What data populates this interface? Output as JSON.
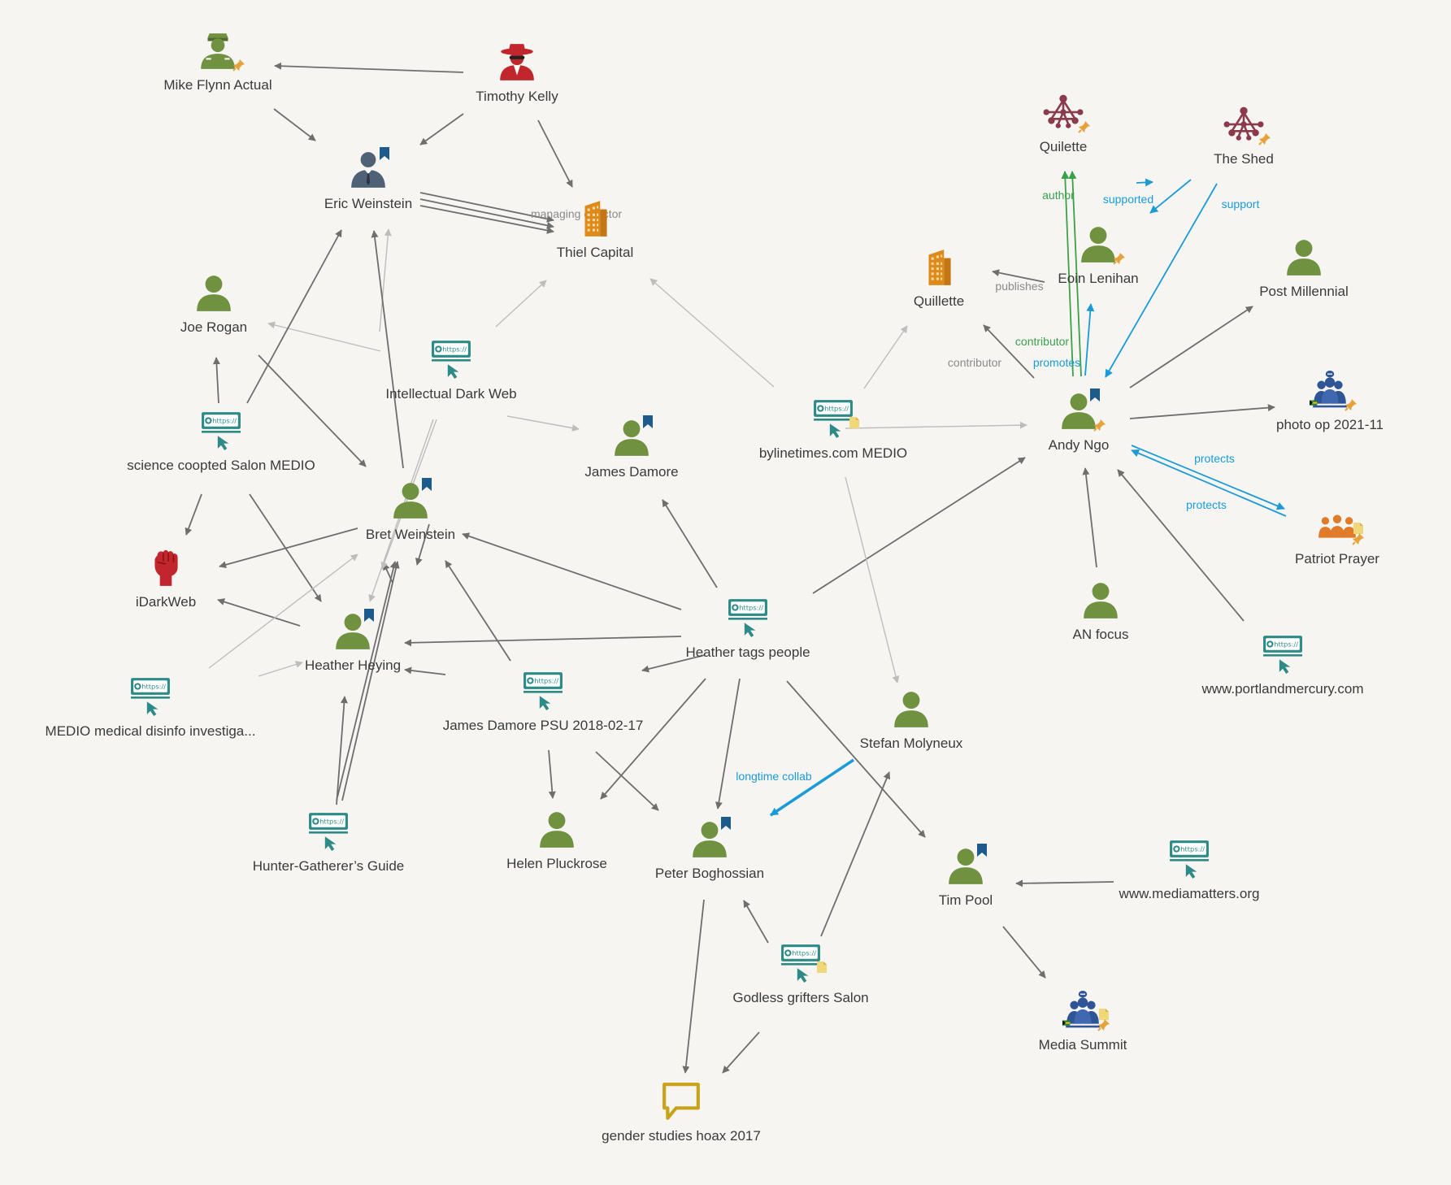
{
  "colors": {
    "person": "#6f9140",
    "edge": "#6e6e6e",
    "edge_light": "#bdbdbd",
    "blue": "#1a9bd7",
    "green": "#3aa14a",
    "url": "#2e8a86",
    "building": "#dd8a1a",
    "bookmark": "#1c5b8c",
    "pin": "#e8a23a",
    "red": "#c0262c",
    "network": "#8a3a4a",
    "group_blue": "#2f5597",
    "group_orange": "#e07b2a",
    "event": "#c9a21c"
  },
  "nodes": [
    {
      "id": "mike",
      "label": "Mike Flynn Actual",
      "icon": "military-person-icon",
      "pinned": true
    },
    {
      "id": "timothy",
      "label": "Timothy Kelly",
      "icon": "spy-person-icon"
    },
    {
      "id": "eric",
      "label": "Eric Weinstein",
      "icon": "business-person-icon",
      "bookmarked": true
    },
    {
      "id": "thiel",
      "label": "Thiel Capital",
      "icon": "building-icon"
    },
    {
      "id": "joe",
      "label": "Joe Rogan",
      "icon": "person-icon"
    },
    {
      "id": "idw",
      "label": "Intellectual Dark Web",
      "icon": "url-icon"
    },
    {
      "id": "science",
      "label": "science coopted Salon MEDIO",
      "icon": "url-icon"
    },
    {
      "id": "bret",
      "label": "Bret Weinstein",
      "icon": "person-icon",
      "bookmarked": true
    },
    {
      "id": "idarkweb",
      "label": "iDarkWeb",
      "icon": "fist-icon"
    },
    {
      "id": "heying",
      "label": "Heather Heying",
      "icon": "person-icon",
      "bookmarked": true
    },
    {
      "id": "medio",
      "label": "MEDIO medical disinfo investiga...",
      "icon": "url-icon"
    },
    {
      "id": "hunter",
      "label": "Hunter-Gatherer’s Guide",
      "icon": "url-icon"
    },
    {
      "id": "damore",
      "label": "James Damore",
      "icon": "person-icon",
      "bookmarked": true
    },
    {
      "id": "damorepsu",
      "label": "James Damore PSU 2018-02-17",
      "icon": "url-icon"
    },
    {
      "id": "heathertags",
      "label": "Heather tags people",
      "icon": "url-icon"
    },
    {
      "id": "pluckrose",
      "label": "Helen Pluckrose",
      "icon": "person-icon"
    },
    {
      "id": "peter",
      "label": "Peter Boghossian",
      "icon": "person-icon",
      "bookmarked": true
    },
    {
      "id": "godless",
      "label": "Godless grifters Salon",
      "icon": "url-icon",
      "noted": true
    },
    {
      "id": "gender",
      "label": "gender studies hoax 2017",
      "icon": "speech-bubble-icon"
    },
    {
      "id": "byline",
      "label": "bylinetimes.com MEDIO",
      "icon": "url-icon",
      "noted": true
    },
    {
      "id": "stefan",
      "label": "Stefan Molyneux",
      "icon": "person-icon"
    },
    {
      "id": "timpool",
      "label": "Tim Pool",
      "icon": "person-icon",
      "bookmarked": true
    },
    {
      "id": "mediamatters",
      "label": "www.mediamatters.org",
      "icon": "url-icon"
    },
    {
      "id": "mediasummit",
      "label": "Media Summit",
      "icon": "meeting-group-icon",
      "pinned": true,
      "noted": true
    },
    {
      "id": "quillette_net",
      "label": "Quilette",
      "icon": "network-icon",
      "pinned": true
    },
    {
      "id": "shed",
      "label": "The Shed",
      "icon": "network-icon",
      "pinned": true
    },
    {
      "id": "quillette_org",
      "label": "Quillette",
      "icon": "building-icon"
    },
    {
      "id": "eoin",
      "label": "Eoin Lenihan",
      "icon": "person-icon",
      "pinned": true
    },
    {
      "id": "postmill",
      "label": "Post Millennial",
      "icon": "person-icon"
    },
    {
      "id": "andy",
      "label": "Andy Ngo",
      "icon": "person-icon",
      "bookmarked": true,
      "pinned": true
    },
    {
      "id": "photoop",
      "label": "photo op 2021-11",
      "icon": "meeting-group-icon",
      "pinned": true
    },
    {
      "id": "patriot",
      "label": "Patriot Prayer",
      "icon": "crowd-icon",
      "pinned": true,
      "noted": true
    },
    {
      "id": "anfocus",
      "label": "AN focus",
      "icon": "person-icon"
    },
    {
      "id": "portland",
      "label": "www.portlandmercury.com",
      "icon": "url-icon"
    }
  ],
  "edge_labels": [
    {
      "id": "managing",
      "text": "managing director",
      "color": "#8a8a8a"
    },
    {
      "id": "publishes",
      "text": "publishes",
      "color": "#8a8a8a"
    },
    {
      "id": "contributor_gray",
      "text": "contributor",
      "color": "#8a8a8a"
    },
    {
      "id": "contributor_green",
      "text": "contributor",
      "color": "#3aa14a"
    },
    {
      "id": "author",
      "text": "author",
      "color": "#3aa14a"
    },
    {
      "id": "supported",
      "text": "supported",
      "color": "#1a9bd7"
    },
    {
      "id": "support",
      "text": "support",
      "color": "#1a9bd7"
    },
    {
      "id": "promotes",
      "text": "promotes",
      "color": "#1a9bd7"
    },
    {
      "id": "protects1",
      "text": "protects",
      "color": "#1a9bd7"
    },
    {
      "id": "protects2",
      "text": "protects",
      "color": "#1a9bd7"
    },
    {
      "id": "longtime",
      "text": "longtime collab",
      "color": "#1a9bd7"
    }
  ]
}
